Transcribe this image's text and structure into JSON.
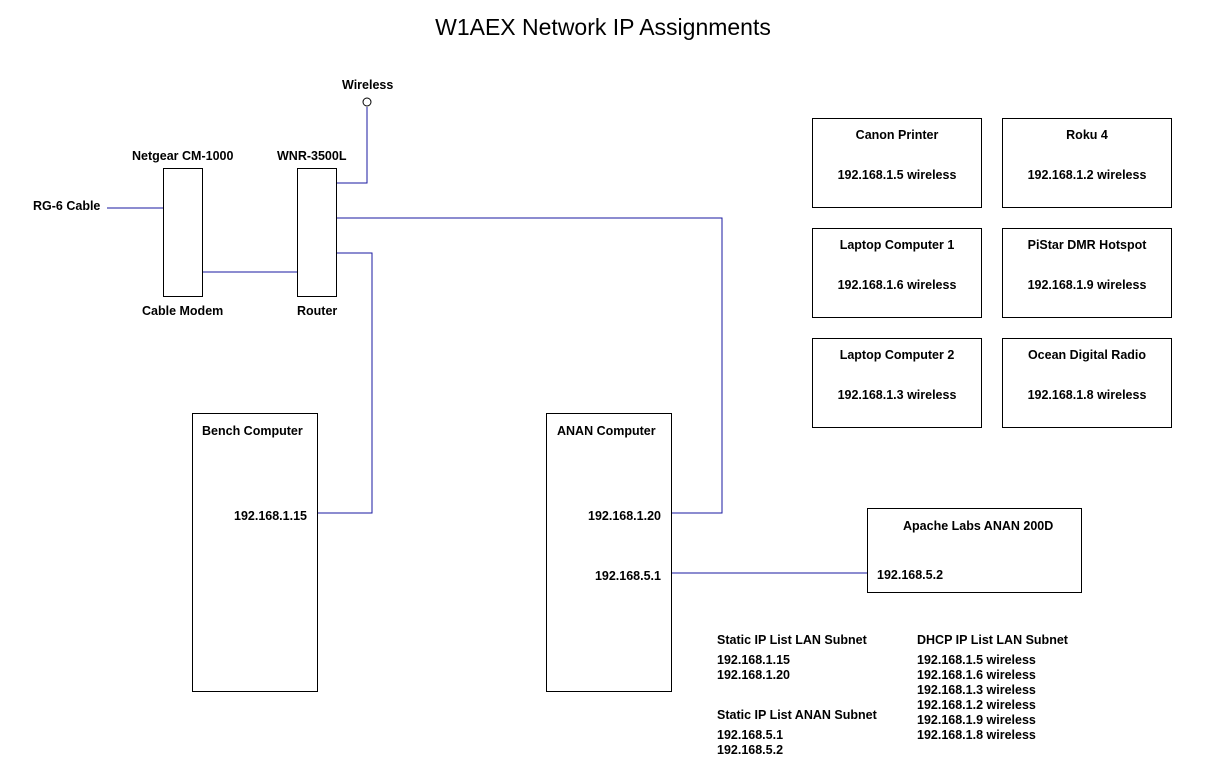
{
  "title": "W1AEX Network IP Assignments",
  "colors": {
    "wire": "#1a1aa0",
    "box_border": "#000000"
  },
  "labels": {
    "wireless": "Wireless",
    "rg6": "RG-6 Cable",
    "modem_top": "Netgear CM-1000",
    "modem_bottom": "Cable Modem",
    "router_top": "WNR-3500L",
    "router_bottom": "Router"
  },
  "bench": {
    "title": "Bench Computer",
    "ip": "192.168.1.15"
  },
  "anan_computer": {
    "title": "ANAN Computer",
    "ip_lan": "192.168.1.20",
    "ip_anan": "192.168.5.1"
  },
  "anan_radio": {
    "title": "Apache Labs ANAN 200D",
    "ip": "192.168.5.2"
  },
  "wireless_devices": [
    {
      "name": "Canon Printer",
      "ip": "192.168.1.5 wireless"
    },
    {
      "name": "Roku 4",
      "ip": "192.168.1.2 wireless"
    },
    {
      "name": "Laptop Computer 1",
      "ip": "192.168.1.6 wireless"
    },
    {
      "name": "PiStar DMR Hotspot",
      "ip": "192.168.1.9 wireless"
    },
    {
      "name": "Laptop Computer 2",
      "ip": "192.168.1.3 wireless"
    },
    {
      "name": "Ocean Digital Radio",
      "ip": "192.168.1.8 wireless"
    }
  ],
  "lists": {
    "static_lan": {
      "heading": "Static IP List LAN Subnet",
      "items": [
        "192.168.1.15",
        "192.168.1.20"
      ]
    },
    "static_anan": {
      "heading": "Static IP List ANAN Subnet",
      "items": [
        "192.168.5.1",
        "192.168.5.2"
      ]
    },
    "dhcp_lan": {
      "heading": "DHCP IP List LAN Subnet",
      "items": [
        "192.168.1.5 wireless",
        "192.168.1.6 wireless",
        "192.168.1.3 wireless",
        "192.168.1.2 wireless",
        "192.168.1.9 wireless",
        "192.168.1.8 wireless"
      ]
    }
  }
}
